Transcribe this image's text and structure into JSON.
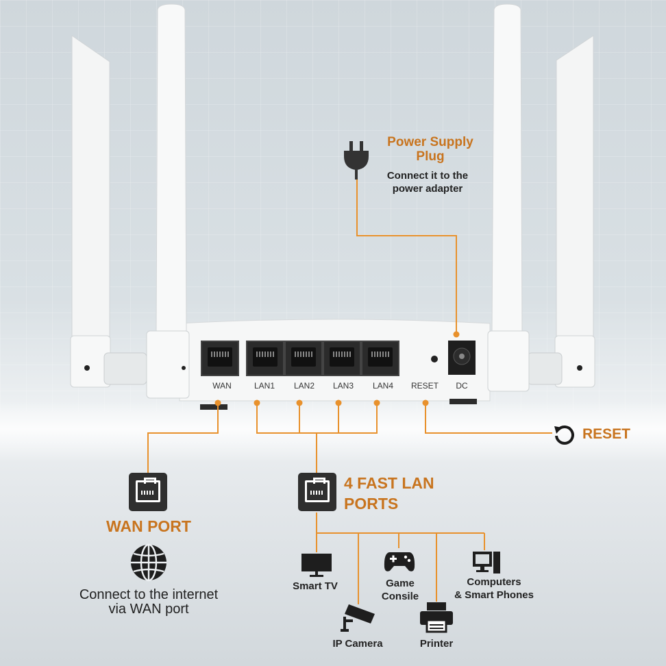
{
  "ports": {
    "wan": "WAN",
    "lan1": "LAN1",
    "lan2": "LAN2",
    "lan3": "LAN3",
    "lan4": "LAN4",
    "reset": "RESET",
    "dc": "DC"
  },
  "power": {
    "title_line1": "Power Supply",
    "title_line2": "Plug",
    "desc_line1": "Connect it to the",
    "desc_line2": "power adapter",
    "icon": "plug-icon"
  },
  "reset": {
    "label": "RESET",
    "icon": "reset-arrow-icon"
  },
  "wan_section": {
    "title": "WAN PORT",
    "desc_line1": "Connect to the internet",
    "desc_line2": "via WAN port",
    "icons": [
      "ethernet-port-icon",
      "globe-icon"
    ]
  },
  "lan_section": {
    "title_line1": "4 FAST LAN",
    "title_line2": "PORTS",
    "icon": "ethernet-port-icon"
  },
  "devices": {
    "smart_tv": "Smart TV",
    "game_line1": "Game",
    "game_line2": "Consile",
    "computers_line1": "Computers",
    "computers_line2": "& Smart Phones",
    "ip_camera": "IP Camera",
    "printer": "Printer"
  },
  "colors": {
    "accent": "#c8741e",
    "line": "#e8912c",
    "dark": "#2f2f2f"
  }
}
